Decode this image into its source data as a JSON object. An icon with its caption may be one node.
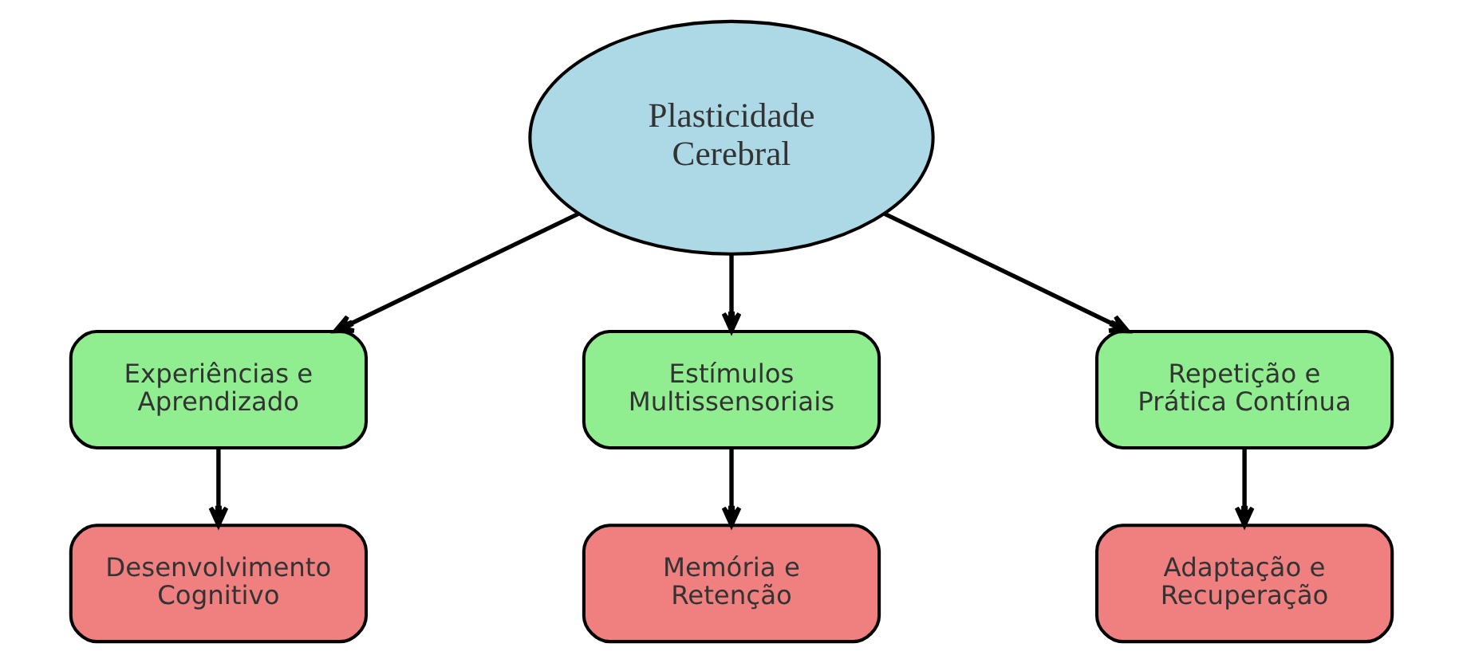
{
  "diagram": {
    "nodes": [
      {
        "text": [
          "Plasticidade Cerebral"
        ]
      },
      {
        "text": [
          "Experiências e Aprendizado"
        ]
      },
      {
        "text": [
          "Estímulos Multissensoriais"
        ]
      },
      {
        "text": [
          "Repetição e Prática Contínua"
        ]
      },
      {
        "text": [
          "Desenvolvimento Cognitivo"
        ]
      },
      {
        "text": [
          "Memória e Retenção"
        ]
      },
      {
        "text": [
          "Adaptação e Recuperação"
        ]
      }
    ],
    "edges": [
      {
        "from": 0,
        "to": 1,
        "arrow": "to"
      },
      {
        "from": 0,
        "to": 2,
        "arrow": "to"
      },
      {
        "from": 0,
        "to": 3,
        "arrow": "to"
      },
      {
        "from": 1,
        "to": 4,
        "arrow": "to"
      },
      {
        "from": 2,
        "to": 5,
        "arrow": "to"
      },
      {
        "from": 3,
        "to": 6,
        "arrow": "to"
      }
    ]
  }
}
